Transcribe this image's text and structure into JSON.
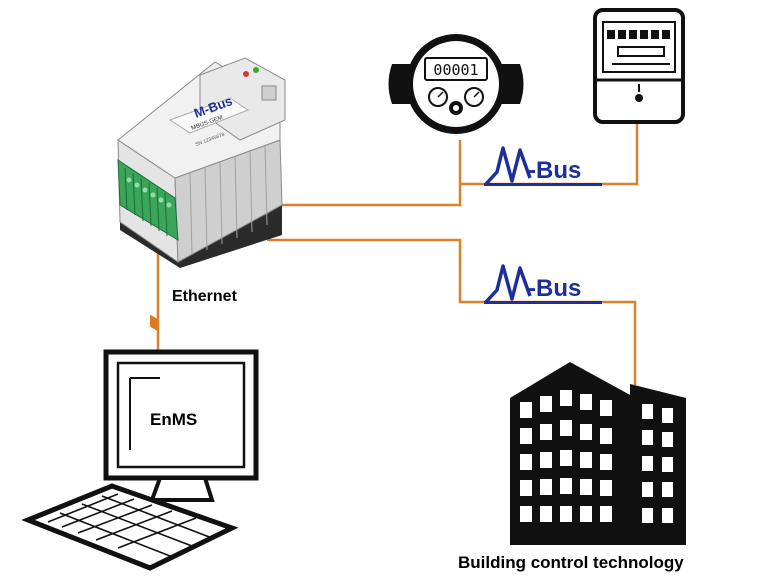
{
  "colors": {
    "line": "#d9822b",
    "bus": "#1f2f9a",
    "terminal": "#3aa65a"
  },
  "device": {
    "brand": "M-Bus",
    "model": "MBUS-GEM",
    "serial": "SN 12345678"
  },
  "water_meter": {
    "reading": "00001"
  },
  "bus_top": {
    "prefix": "M",
    "suffix": "-Bus"
  },
  "bus_bottom": {
    "prefix": "M",
    "suffix": "-Bus"
  },
  "labels": {
    "ethernet": "Ethernet",
    "enms": "EnMS",
    "building": "Building control technology"
  },
  "icons": [
    "gateway-device-icon",
    "water-meter-icon",
    "electricity-meter-icon",
    "computer-icon",
    "building-icon"
  ]
}
